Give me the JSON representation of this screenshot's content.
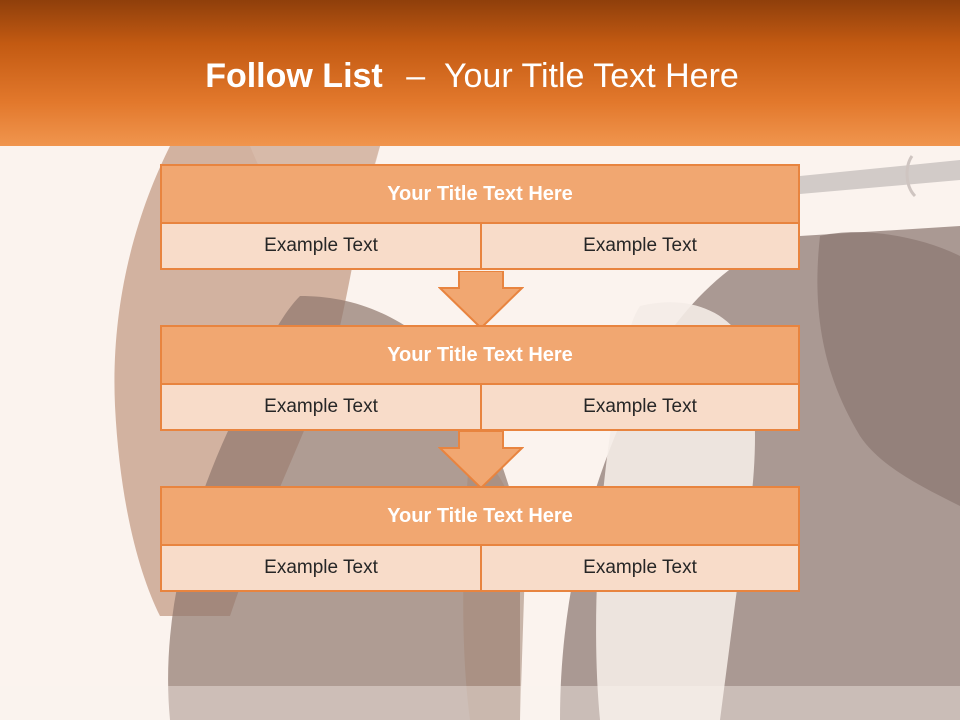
{
  "slide": {
    "title_bold": "Follow List",
    "title_separator": "–",
    "title_rest": "Your Title Text Here"
  },
  "steps": [
    {
      "title": "Your Title Text Here",
      "left": "Example Text",
      "right": "Example Text"
    },
    {
      "title": "Your Title Text Here",
      "left": "Example Text",
      "right": "Example Text"
    },
    {
      "title": "Your Title Text Here",
      "left": "Example Text",
      "right": "Example Text"
    }
  ],
  "colors": {
    "accent": "#e8843f",
    "title_fill": "#f1a771",
    "cell_fill": "#f8dcc9",
    "header_dark": "#8f3f0b",
    "header_light": "#f0954e"
  }
}
